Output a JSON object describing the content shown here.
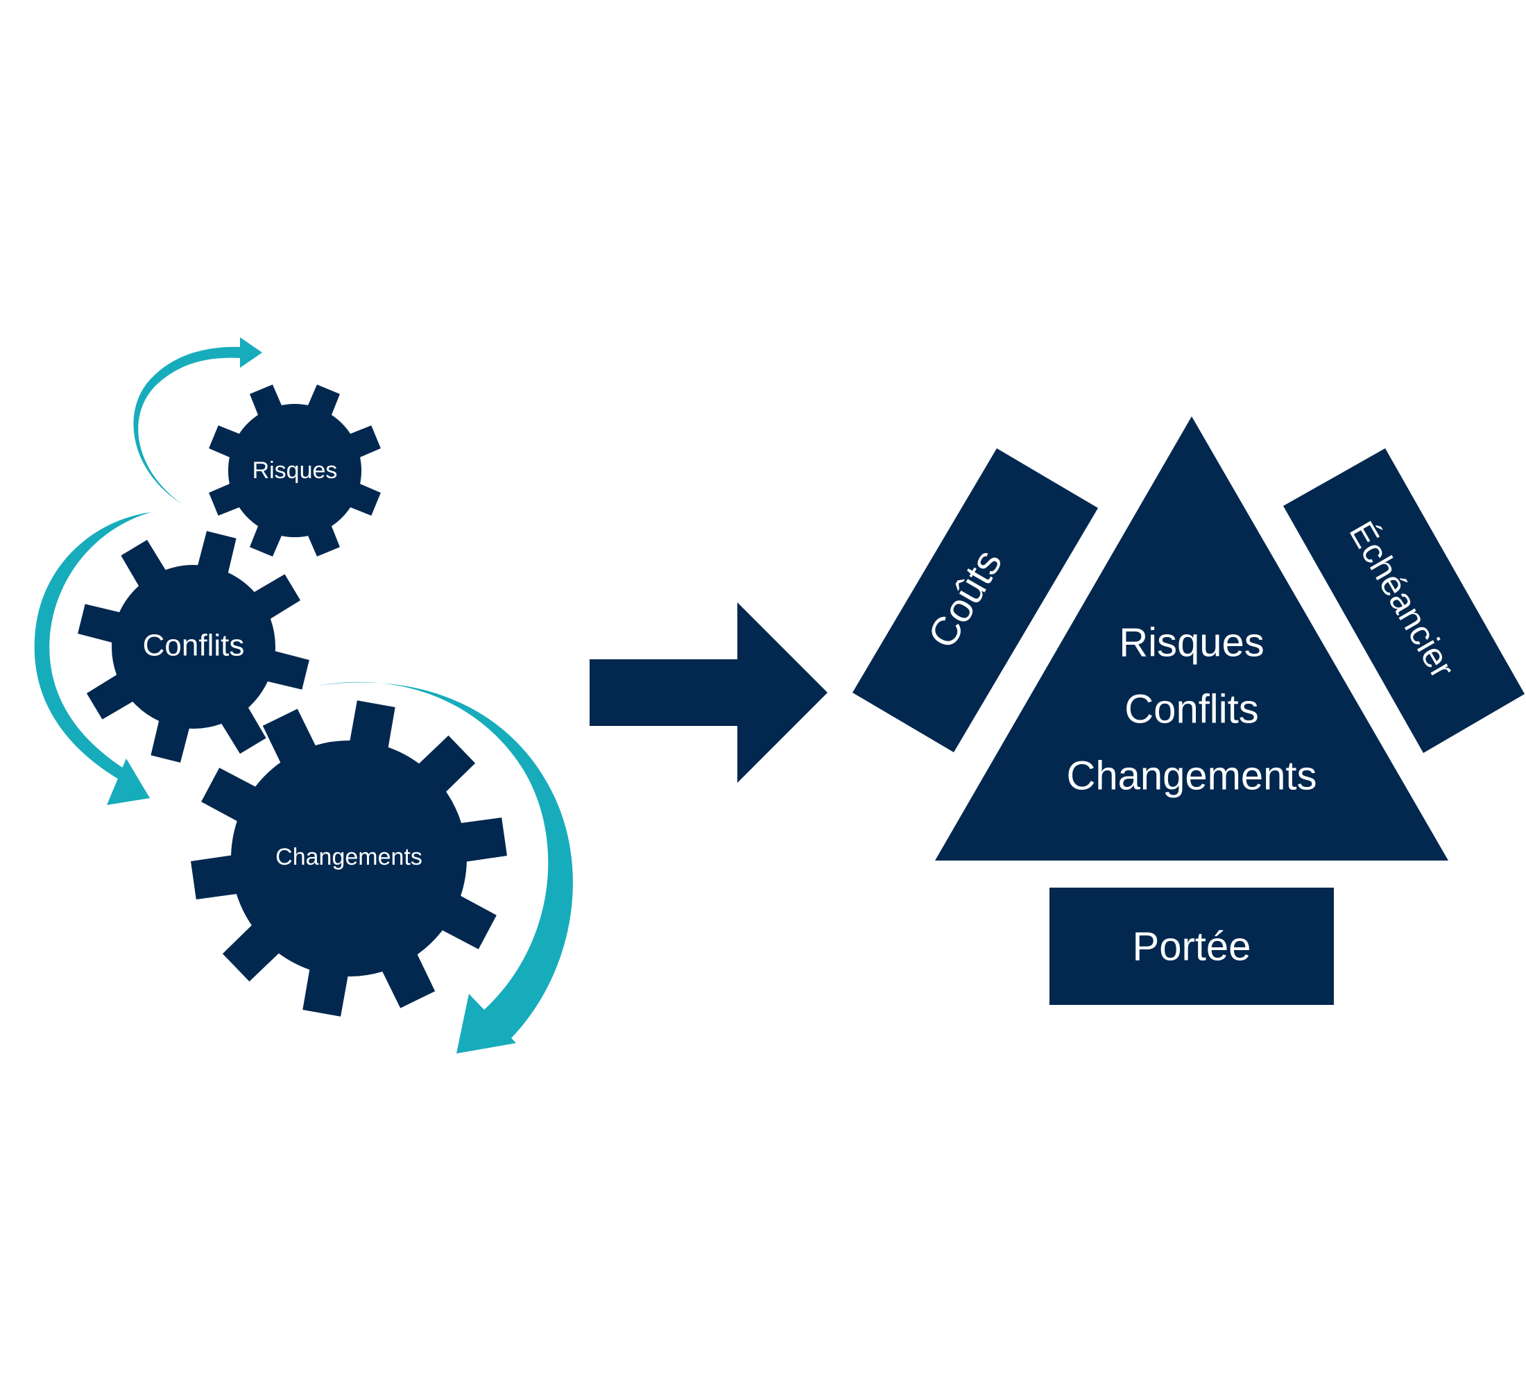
{
  "colors": {
    "navy": "#03284F",
    "cyan": "#17ACBB",
    "background": "#FFFFFF",
    "text": "#FFFFFF"
  },
  "gears": {
    "risques": "Risques",
    "conflits": "Conflits",
    "changements": "Changements"
  },
  "triangle": {
    "line1": "Risques",
    "line2": "Conflits",
    "line3": "Changements"
  },
  "sides": {
    "couts": "Coûts",
    "echeancier": "Échéancier",
    "portee": "Portée"
  }
}
